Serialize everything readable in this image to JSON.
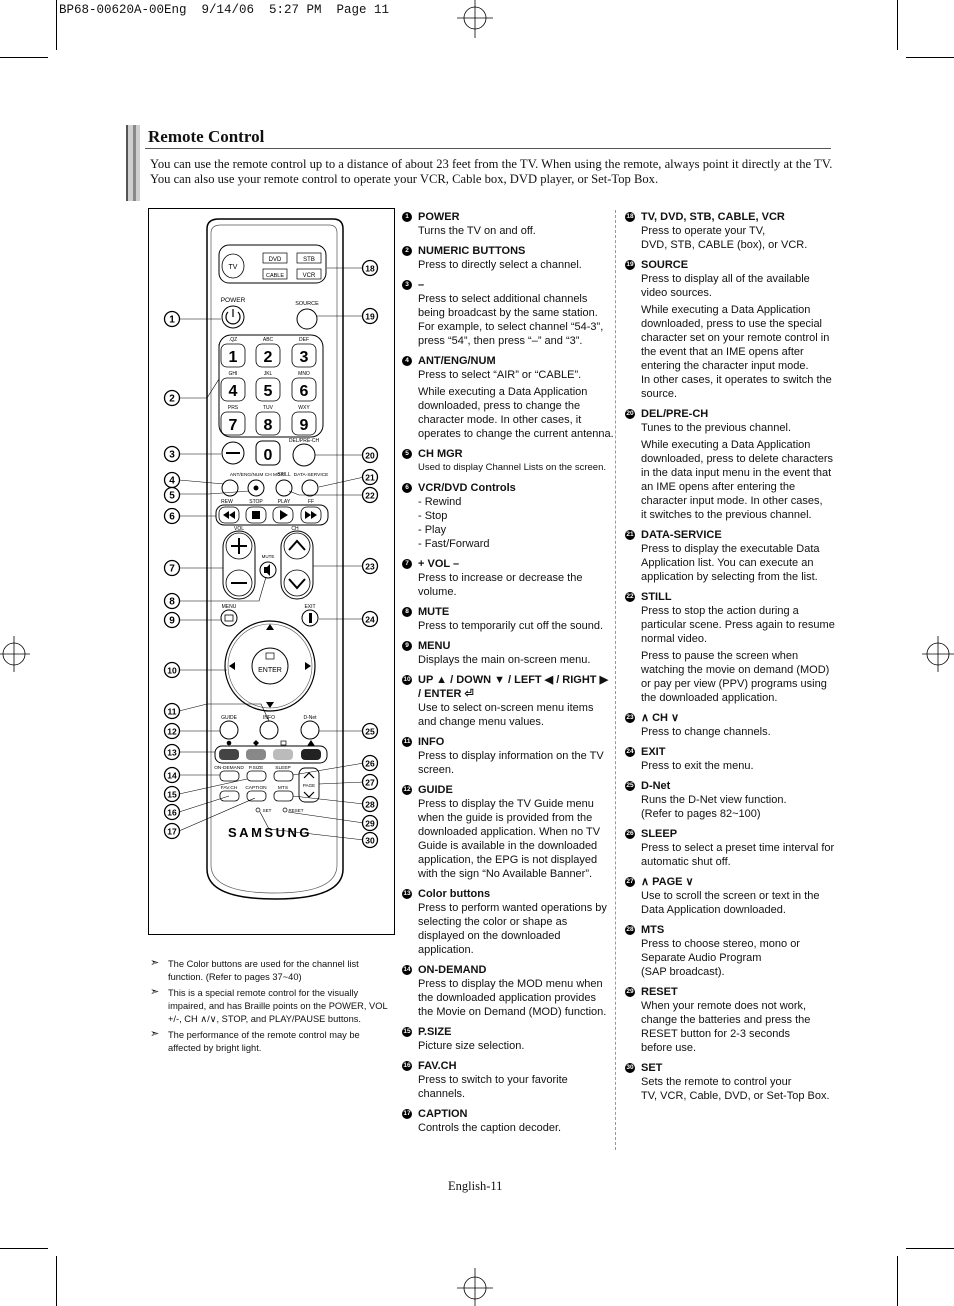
{
  "header": {
    "job_line": "BP68-00620A-00Eng  9/14/06  5:27 PM  Page 11"
  },
  "section": {
    "title": "Remote Control",
    "intro": "You can use the remote control up to a distance of about 23 feet from the TV. When using the remote, always point it directly at the TV. You can also use your remote control to operate your VCR, Cable box, DVD player, or Set-Top Box."
  },
  "remote": {
    "mode_buttons": [
      "TV",
      "DVD",
      "STB",
      "CABLE",
      "VCR"
    ],
    "labels": {
      "power": "POWER",
      "source": "SOURCE",
      "keys": [
        "1",
        "2",
        "3",
        "4",
        "5",
        "6",
        "7",
        "8",
        "9",
        "0"
      ],
      "letters": [
        ".QZ",
        "ABC",
        "DEF",
        "GHI",
        "JKL",
        "MNO",
        "PRS",
        "TUV",
        "WXY"
      ],
      "dash": "—",
      "delprech": "DEL/PRE-CH",
      "antmgr": "ANT/ENG/NUM CH MGR",
      "still": "STILL",
      "dataservice": "DATA-SERVICE",
      "rew": "REW",
      "stop": "STOP",
      "play": "PLAY",
      "ff": "FF",
      "vol": "VOL",
      "ch": "CH",
      "mute": "MUTE",
      "menu": "MENU",
      "exit": "EXIT",
      "enter": "ENTER",
      "guide": "GUIDE",
      "info": "INFO",
      "dnet": "D-Net",
      "ondemand": "ON-DEMAND",
      "psize": "P.SIZE",
      "sleep": "SLEEP",
      "favch": "FAV.CH",
      "caption": "CAPTION",
      "mts": "MTS",
      "page": "PAGE",
      "set": "SET",
      "reset": "RESET",
      "brand": "SAMSUNG"
    },
    "callouts_left": [
      "1",
      "2",
      "3",
      "4",
      "5",
      "6",
      "7",
      "8",
      "9",
      "10",
      "11",
      "12",
      "13",
      "14",
      "15",
      "16",
      "17"
    ],
    "callouts_right": [
      "18",
      "19",
      "20",
      "21",
      "22",
      "23",
      "24",
      "25",
      "26",
      "27",
      "28",
      "29",
      "30"
    ]
  },
  "notes": [
    "The Color buttons are used for the channel list function. (Refer to pages 37~40)",
    "This is a special remote control for the visually impaired, and has Braille points on the POWER, VOL +/-, CH ∧/∨, STOP, and PLAY/PAUSE buttons.",
    "The performance of the remote control may be affected by bright light."
  ],
  "items_col1": [
    {
      "n": "1",
      "title": "POWER",
      "body": "Turns the TV on and off."
    },
    {
      "n": "2",
      "title": "NUMERIC BUTTONS",
      "body": "Press to directly select a channel."
    },
    {
      "n": "3",
      "title": "–",
      "body": "Press to select additional channels being broadcast by the same station. For example, to select channel “54-3”, press “54”, then press “–” and “3”."
    },
    {
      "n": "4",
      "title": "ANT/ENG/NUM",
      "body": "Press to select “AIR” or “CABLE”.",
      "body2": "While executing a Data Application downloaded, press to change the character mode. In other cases, it operates to change the current antenna."
    },
    {
      "n": "5",
      "title": "CH MGR",
      "body": "Used to display Channel Lists on the screen.",
      "small": true
    },
    {
      "n": "6",
      "title": "VCR/DVD Controls",
      "body": "- Rewind\n- Stop\n- Play\n- Fast/Forward"
    },
    {
      "n": "7",
      "title": "+ VOL –",
      "body": "Press to increase or decrease the volume."
    },
    {
      "n": "8",
      "title": "MUTE",
      "body": "Press to temporarily cut off the sound."
    },
    {
      "n": "9",
      "title": "MENU",
      "body": "Displays the main on-screen menu."
    },
    {
      "n": "10",
      "title": "UP ▲ / DOWN ▼ / LEFT ◀ / RIGHT ▶ / ENTER ⏎",
      "body": "Use to select on-screen menu items and change menu values."
    },
    {
      "n": "11",
      "title": "INFO",
      "body": "Press to display information on the TV screen."
    },
    {
      "n": "12",
      "title": "GUIDE",
      "body": "Press to display the TV Guide menu when the guide is provided from the downloaded application. When no TV Guide is available in the downloaded application, the EPG is not displayed with the sign “No Available Banner”."
    },
    {
      "n": "13",
      "title": "Color buttons",
      "body": "Press to perform wanted operations by selecting the color or shape as displayed on the downloaded application."
    },
    {
      "n": "14",
      "title": "ON-DEMAND",
      "body": "Press to display the MOD menu when the downloaded application provides the Movie on Demand (MOD) function."
    },
    {
      "n": "15",
      "title": "P.SIZE",
      "body": "Picture size selection."
    },
    {
      "n": "16",
      "title": "FAV.CH",
      "body": "Press to switch to your favorite channels."
    },
    {
      "n": "17",
      "title": "CAPTION",
      "body": "Controls the caption decoder."
    }
  ],
  "items_col2": [
    {
      "n": "18",
      "title": "TV, DVD, STB, CABLE, VCR",
      "body": "Press to operate your TV,\nDVD, STB, CABLE (box), or VCR."
    },
    {
      "n": "19",
      "title": "SOURCE",
      "body": "Press to display all of the available video sources.",
      "body2": "While executing a Data Application downloaded, press to use the special character set on your remote control in the event that an IME opens after entering the character input mode.\nIn other cases, it operates to switch the source."
    },
    {
      "n": "20",
      "title": "DEL/PRE-CH",
      "body": "Tunes to the previous channel.",
      "body2": "While executing a Data Application downloaded, press to delete characters in the data input menu in the event that an IME opens after entering the character input mode. In other cases,\nit switches to the previous channel."
    },
    {
      "n": "21",
      "title": "DATA-SERVICE",
      "body": "Press to display the executable Data Application list. You can execute an application by selecting from the list."
    },
    {
      "n": "22",
      "title": "STILL",
      "body": "Press to stop the action during a particular scene. Press again to resume normal video.",
      "body2": "Press to pause the screen when watching the movie on demand (MOD) or pay per view (PPV) programs using the downloaded application."
    },
    {
      "n": "23",
      "title": "∧ CH ∨",
      "body": "Press to change channels."
    },
    {
      "n": "24",
      "title": "EXIT",
      "body": "Press to exit the menu."
    },
    {
      "n": "25",
      "title": "D-Net",
      "body": "Runs the D-Net view function.\n(Refer to pages 82~100)"
    },
    {
      "n": "26",
      "title": "SLEEP",
      "body": "Press to select a preset time interval for automatic shut off."
    },
    {
      "n": "27",
      "title": "∧ PAGE ∨",
      "body": "Use to scroll the screen or text in the Data Application downloaded."
    },
    {
      "n": "28",
      "title": "MTS",
      "body": "Press to choose stereo, mono or Separate Audio Program\n(SAP broadcast)."
    },
    {
      "n": "29",
      "title": "RESET",
      "body": "When your remote does not work, change the batteries and press the RESET button for 2-3 seconds\nbefore use."
    },
    {
      "n": "30",
      "title": "SET",
      "body": "Sets the remote to control your\nTV, VCR, Cable, DVD, or Set-Top Box."
    }
  ],
  "footer": {
    "page_label": "English-11"
  }
}
